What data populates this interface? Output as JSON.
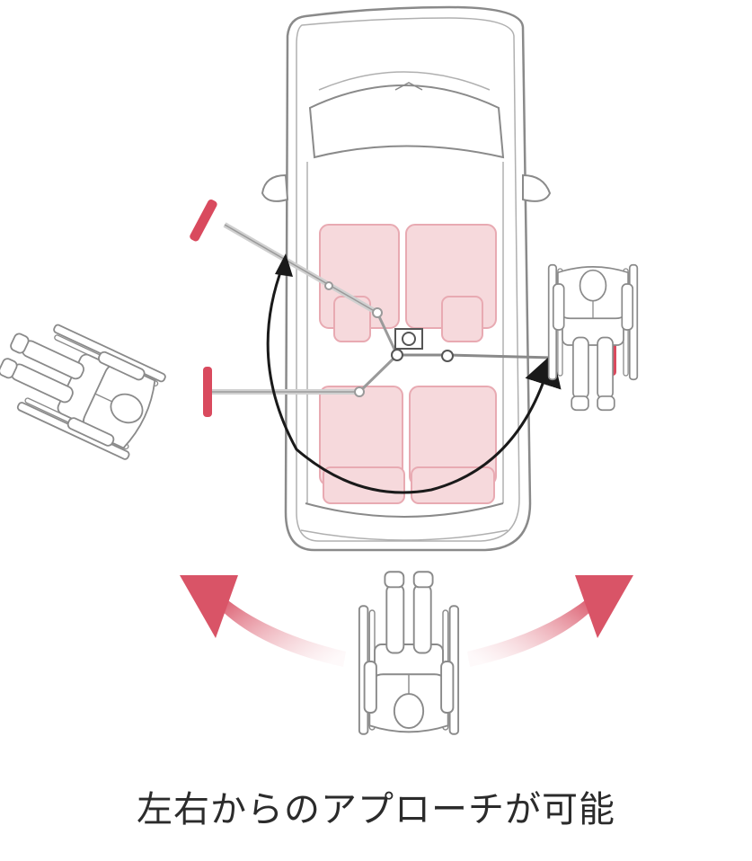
{
  "caption": "左右からのアプローチが可能",
  "colors": {
    "line": "#8a8a8a",
    "seat_fill": "#f6d9dc",
    "seat_stroke": "#e8aab2",
    "accent_red": "#d94a5e",
    "arrow_dark": "#1a1a1a",
    "background": "#ffffff"
  },
  "icons": [
    "car-top-view",
    "wheelchair-user",
    "curved-rotation-arrow",
    "approach-arrow"
  ]
}
